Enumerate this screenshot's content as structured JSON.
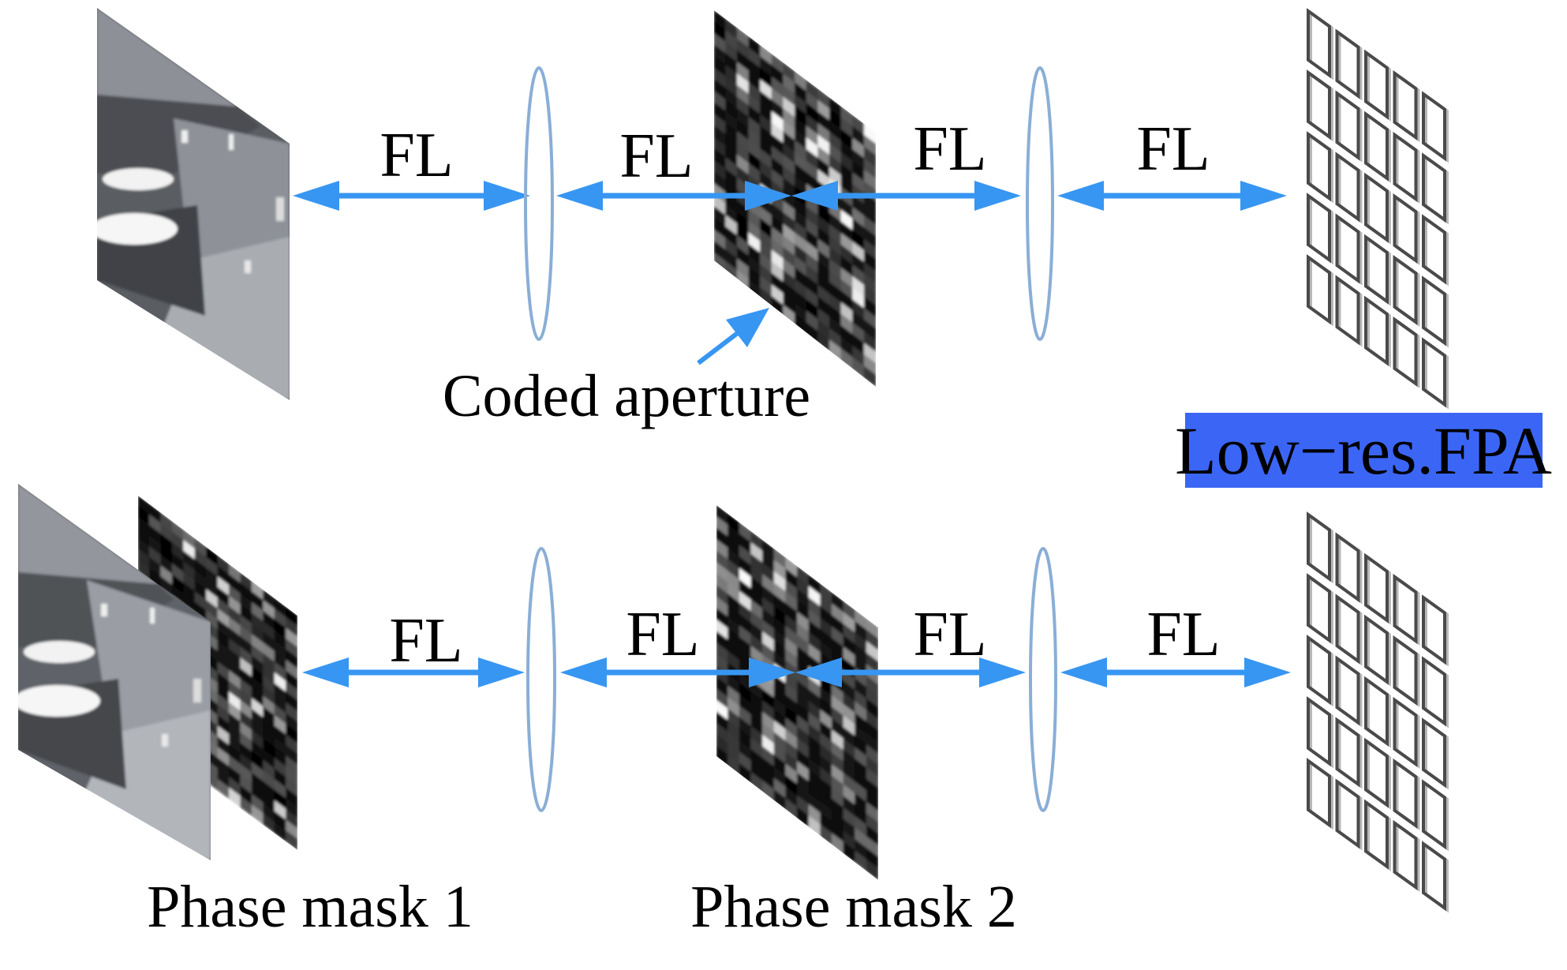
{
  "figure": {
    "top_row": {
      "distance_labels": [
        "FL",
        "FL",
        "FL",
        "FL"
      ],
      "element_label": "Coded aperture",
      "detector_label": "Low−res.FPA"
    },
    "bottom_row": {
      "distance_labels": [
        "FL",
        "FL",
        "FL",
        "FL"
      ],
      "mask1_label": "Phase mask 1",
      "mask2_label": "Phase mask 2"
    },
    "colors": {
      "arrow": "#3796f2",
      "lens": "#8aaed6",
      "detector_badge": "#3b66f5"
    },
    "fpa_grid": {
      "rows": 5,
      "cols": 5
    }
  }
}
